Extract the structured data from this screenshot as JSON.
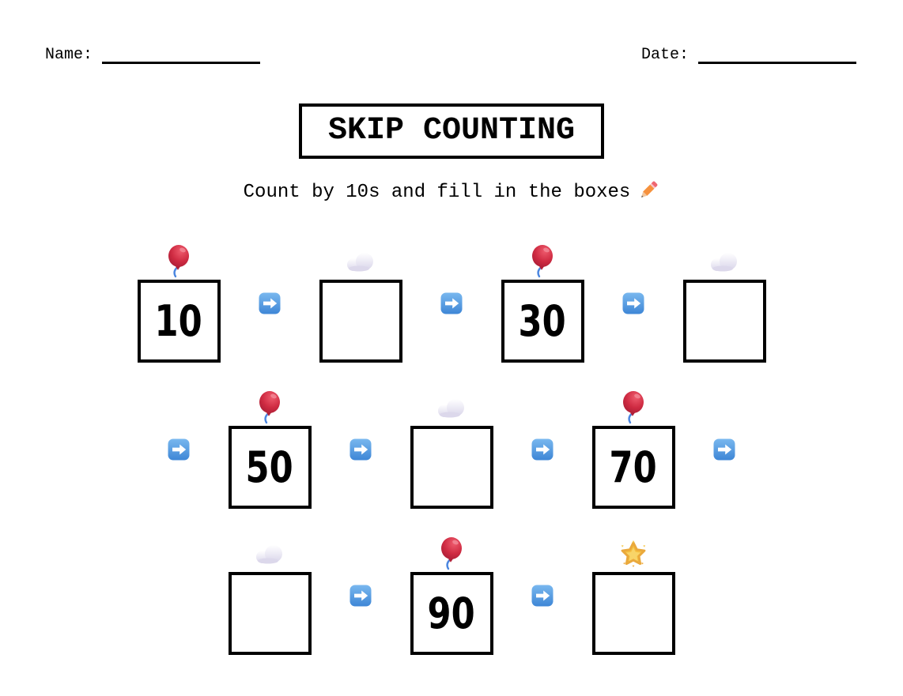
{
  "header": {
    "name_label": "Name:",
    "date_label": "Date:"
  },
  "title": "SKIP COUNTING",
  "subtitle": "Count by 10s and fill in the boxes",
  "subtitle_icon": "pencil-icon",
  "colors": {
    "arrow_blue_top": "#79b8ef",
    "arrow_blue_bottom": "#3e86d6",
    "balloon_red": "#cf2b42",
    "balloon_string_blue": "#4b86e0",
    "cloud_white": "#e6e3f1",
    "star_gold": "#f5bf3f",
    "pencil_orange": "#f6913d",
    "pencil_eraser_pink": "#ef6670",
    "box_border": "#000000"
  },
  "worksheet": {
    "count_by": 10,
    "rows": [
      {
        "leading_arrow": false,
        "trailing_arrow": false,
        "cells": [
          {
            "value": "10",
            "emoji": "balloon"
          },
          {
            "value": "",
            "emoji": "cloud"
          },
          {
            "value": "30",
            "emoji": "balloon"
          },
          {
            "value": "",
            "emoji": "cloud"
          }
        ]
      },
      {
        "leading_arrow": true,
        "trailing_arrow": true,
        "cells": [
          {
            "value": "50",
            "emoji": "balloon"
          },
          {
            "value": "",
            "emoji": "cloud"
          },
          {
            "value": "70",
            "emoji": "balloon"
          }
        ]
      },
      {
        "leading_arrow": false,
        "trailing_arrow": false,
        "cells": [
          {
            "value": "",
            "emoji": "cloud"
          },
          {
            "value": "90",
            "emoji": "balloon"
          },
          {
            "value": "",
            "emoji": "star"
          }
        ]
      }
    ]
  }
}
